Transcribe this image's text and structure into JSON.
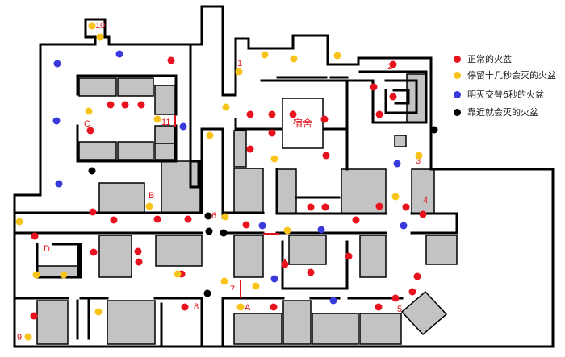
{
  "map": {
    "room_label": "宿舍",
    "markers": [
      "1",
      "2",
      "3",
      "4",
      "5",
      "6",
      "7",
      "8",
      "9",
      "10",
      "11",
      "A",
      "B",
      "C",
      "D"
    ],
    "colors": {
      "wall": "#000000",
      "block": "#c3c3c3",
      "marker_text": "#e0141e",
      "door": "#e0141e"
    },
    "basins": {
      "normal": [
        [
          212,
          75
        ],
        [
          487,
          80
        ],
        [
          137,
          130
        ],
        [
          155,
          130
        ],
        [
          175,
          130
        ],
        [
          112,
          162
        ],
        [
          487,
          120
        ],
        [
          463,
          108
        ],
        [
          470,
          142
        ],
        [
          310,
          142
        ],
        [
          337,
          142
        ],
        [
          363,
          142
        ],
        [
          402,
          148
        ],
        [
          337,
          165
        ],
        [
          310,
          185
        ],
        [
          404,
          193
        ],
        [
          115,
          263
        ],
        [
          141,
          273
        ],
        [
          195,
          272
        ],
        [
          233,
          272
        ],
        [
          305,
          279
        ],
        [
          385,
          257
        ],
        [
          403,
          257
        ],
        [
          441,
          273
        ],
        [
          470,
          256
        ],
        [
          503,
          257
        ],
        [
          524,
          266
        ],
        [
          116,
          313
        ],
        [
          171,
          312
        ],
        [
          172,
          325
        ],
        [
          43,
          293
        ],
        [
          225,
          340
        ],
        [
          353,
          328
        ],
        [
          385,
          338
        ],
        [
          432,
          318
        ],
        [
          517,
          343
        ],
        [
          511,
          362
        ],
        [
          490,
          370
        ],
        [
          469,
          381
        ],
        [
          339,
          381
        ],
        [
          229,
          381
        ],
        [
          42,
          392
        ]
      ],
      "timed": [
        [
          114,
          32
        ],
        [
          124,
          46
        ],
        [
          296,
          89
        ],
        [
          328,
          68
        ],
        [
          364,
          73
        ],
        [
          418,
          69
        ],
        [
          195,
          148
        ],
        [
          110,
          138
        ],
        [
          260,
          168
        ],
        [
          280,
          133
        ],
        [
          340,
          197
        ],
        [
          519,
          193
        ],
        [
          490,
          244
        ],
        [
          185,
          256
        ],
        [
          279,
          269
        ],
        [
          356,
          286
        ],
        [
          24,
          275
        ],
        [
          45,
          341
        ],
        [
          79,
          341
        ],
        [
          220,
          340
        ],
        [
          278,
          349
        ],
        [
          317,
          355
        ],
        [
          298,
          381
        ],
        [
          122,
          387
        ],
        [
          35,
          418
        ]
      ],
      "blinking": [
        [
          71,
          79
        ],
        [
          148,
          67
        ],
        [
          70,
          150
        ],
        [
          73,
          228
        ],
        [
          227,
          157
        ],
        [
          492,
          203
        ],
        [
          325,
          280
        ],
        [
          398,
          285
        ],
        [
          500,
          280
        ],
        [
          340,
          346
        ],
        [
          413,
          373
        ]
      ],
      "proximity": [
        [
          114,
          212
        ],
        [
          258,
          268
        ],
        [
          259,
          287
        ],
        [
          277,
          289
        ],
        [
          257,
          364
        ],
        [
          538,
          161
        ]
      ]
    }
  },
  "legend": [
    {
      "label": "正常的火盆",
      "color": "#e8121e"
    },
    {
      "label": "停留十几秒会灭的火盆",
      "color": "#f8c31a"
    },
    {
      "label": "明灭交替6秒的火盆",
      "color": "#3a3adc"
    },
    {
      "label": "靠近就会灭的火盆",
      "color": "#000000"
    }
  ]
}
